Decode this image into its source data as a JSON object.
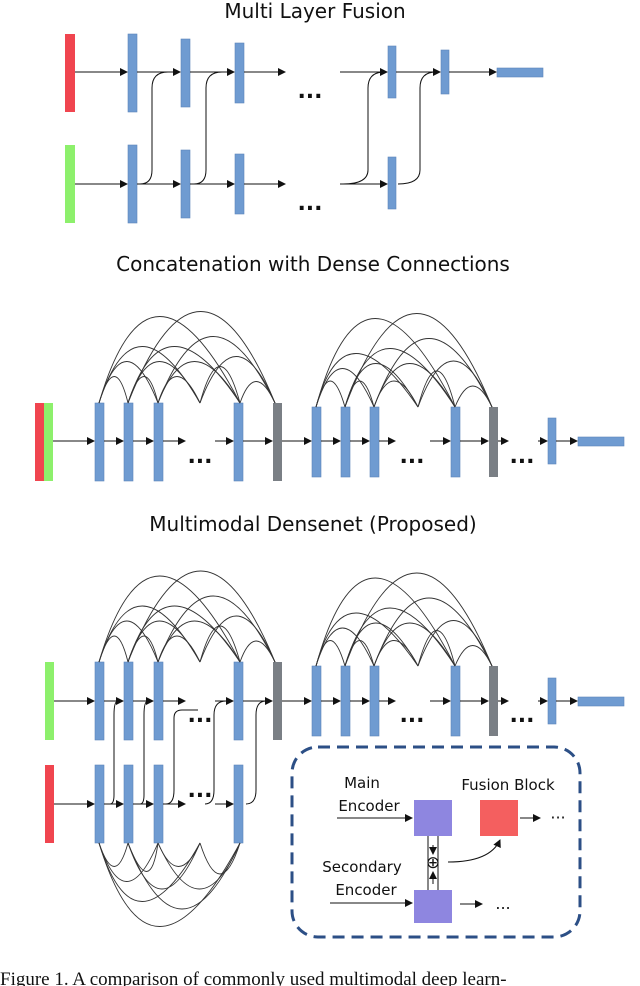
{
  "titles": {
    "multi_layer_fusion": "Multi Layer Fusion",
    "concat_dense": "Concatenation with Dense Connections",
    "multimodal_densenet": "Multimodal Densenet (Proposed)"
  },
  "ellipsis": "...",
  "inset": {
    "main_encoder": "Main",
    "main_encoder_2": "Encoder",
    "fusion_block": "Fusion Block",
    "secondary_encoder": "Secondary",
    "secondary_encoder_2": "Encoder",
    "plus_symbol": "⊕",
    "ellipsis_1": "···",
    "ellipsis_2": "..."
  },
  "caption": "Figure 1. A comparison of commonly used multimodal deep learn-",
  "colors": {
    "red": "#f0454f",
    "green": "#8df06c",
    "blue": "#6f9bd1",
    "gray": "#7a7f85",
    "purple": "#8e86e0",
    "fusion_red": "#f45f5f",
    "dashed_border": "#2c4f86"
  }
}
